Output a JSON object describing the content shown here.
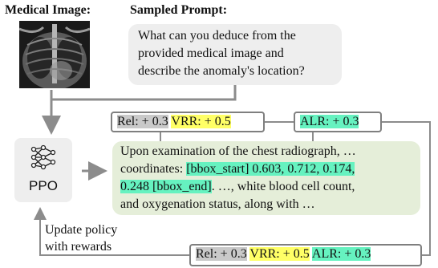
{
  "labels": {
    "medical_image": "Medical Image:",
    "sampled_prompt": "Sampled Prompt:"
  },
  "prompt": {
    "lines": [
      "What can you deduce from the",
      "provided medical image and",
      "describe the anomaly's location?"
    ]
  },
  "rewards_top": {
    "rel": "Rel: + 0.3",
    "vrr": "VRR: + 0.5"
  },
  "reward_alr": {
    "alr": "ALR: + 0.3"
  },
  "rewards_bottom": {
    "rel": "Rel: + 0.3",
    "vrr": "VRR: + 0.5",
    "alr": "ALR: + 0.3"
  },
  "ppo": {
    "label": "PPO",
    "icon": "network-icon"
  },
  "response": {
    "line1": "Upon examination of the chest radiograph, …",
    "line2_prefix": "coordinates: ",
    "line2_highlight": "[bbox_start] 0.603, 0.712, 0.174,",
    "line3_highlight": "0.248 [bbox_end]",
    "line3_rest": ". …, white blood cell count,",
    "line4": "and oxygenation status, along with …"
  },
  "update": {
    "line1": "Update policy",
    "line2": "with rewards"
  },
  "colors": {
    "prompt_bg": "#eeeeee",
    "response_bg": "#e5eed9",
    "rel_highlight": "#c9c9c9",
    "vrr_highlight": "#ffff66",
    "alr_highlight": "#66f2c0",
    "connector": "#8c8c8c"
  }
}
